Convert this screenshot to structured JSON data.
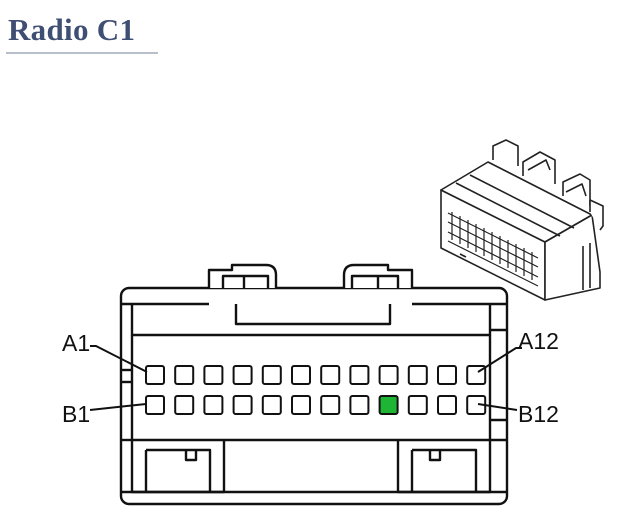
{
  "title": "Radio C1",
  "labels": {
    "a_first": "A1",
    "a_last": "A12",
    "b_first": "B1",
    "b_last": "B12"
  },
  "connector": {
    "columns": 12,
    "rows": [
      "A",
      "B"
    ],
    "highlighted": [
      {
        "row": "B",
        "col": 9
      }
    ],
    "highlight_color": "#1fb534",
    "line_color": "#111111"
  }
}
